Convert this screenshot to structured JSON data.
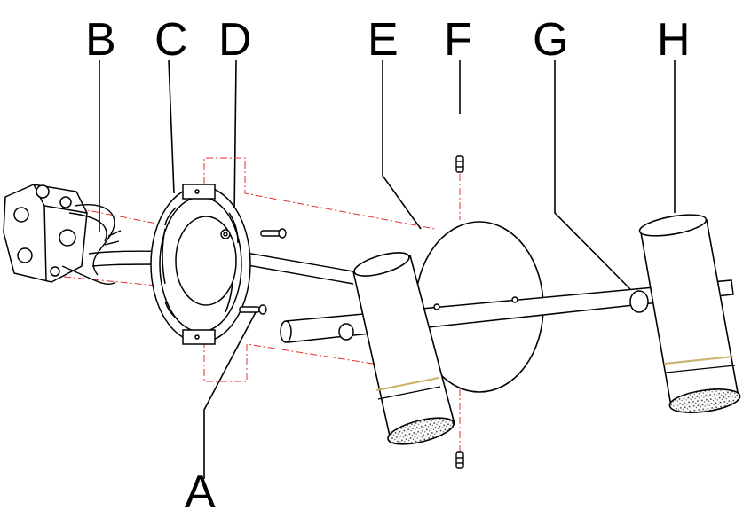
{
  "labels": {
    "A": "A",
    "B": "B",
    "C": "C",
    "D": "D",
    "E": "E",
    "F": "F",
    "G": "G",
    "H": "H"
  },
  "colors": {
    "line": "#000000",
    "dash": "#e03030",
    "band": "#c9b26a"
  }
}
